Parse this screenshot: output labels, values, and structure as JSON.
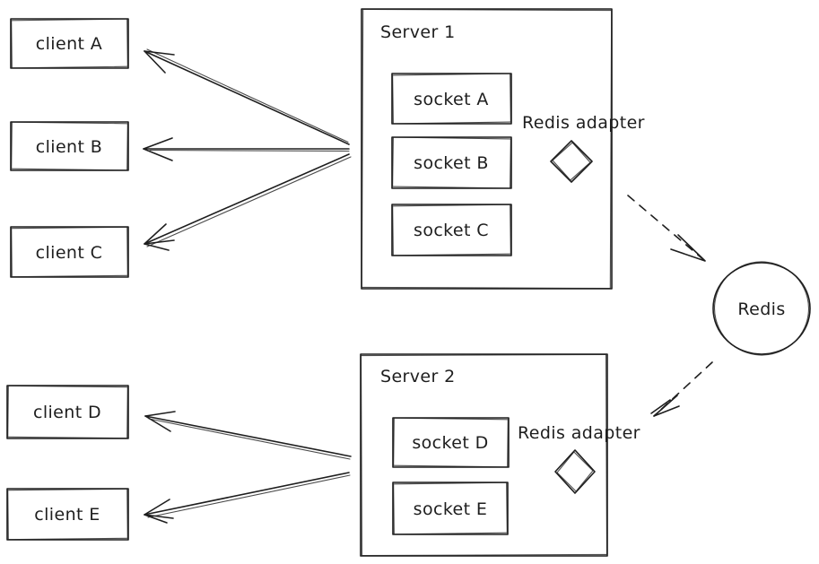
{
  "diagram": {
    "background": "#ffffff",
    "stroke_color": "#1e1e1e",
    "clients": [
      {
        "label": "client A"
      },
      {
        "label": "client B"
      },
      {
        "label": "client C"
      },
      {
        "label": "client D"
      },
      {
        "label": "client E"
      }
    ],
    "servers": [
      {
        "title": "Server 1",
        "adapter_label": "Redis adapter",
        "sockets": [
          {
            "label": "socket A"
          },
          {
            "label": "socket B"
          },
          {
            "label": "socket C"
          }
        ]
      },
      {
        "title": "Server 2",
        "adapter_label": "Redis adapter",
        "sockets": [
          {
            "label": "socket D"
          },
          {
            "label": "socket E"
          }
        ]
      }
    ],
    "redis": {
      "label": "Redis"
    },
    "connections": {
      "solid_arrows": [
        {
          "from": "Server 1",
          "to": "client A"
        },
        {
          "from": "Server 1",
          "to": "client B"
        },
        {
          "from": "Server 1",
          "to": "client C"
        },
        {
          "from": "Server 2",
          "to": "client D"
        },
        {
          "from": "Server 2",
          "to": "client E"
        }
      ],
      "dashed_arrows": [
        {
          "from": "Server 1 Redis adapter",
          "to": "Redis"
        },
        {
          "from": "Redis",
          "to": "Server 2 Redis adapter"
        }
      ]
    }
  }
}
